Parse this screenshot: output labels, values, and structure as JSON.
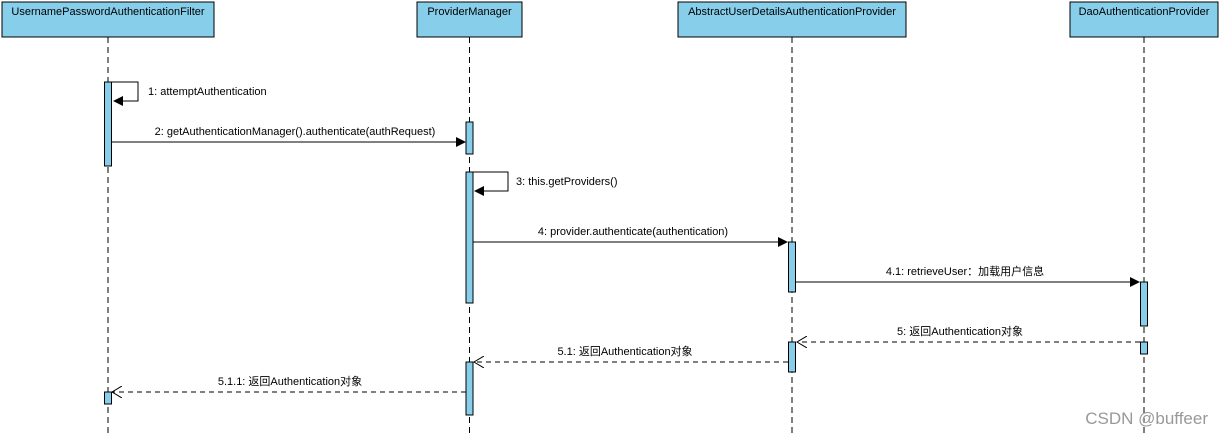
{
  "diagram": {
    "colors": {
      "box": "#87CEEB",
      "border": "#000000",
      "line": "#000000"
    },
    "participants": [
      {
        "name": "UsernamePasswordAuthenticationFilter"
      },
      {
        "name": "ProviderManager"
      },
      {
        "name": "AbstractUserDetailsAuthenticationProvider"
      },
      {
        "name": "DaoAuthenticationProvider"
      }
    ],
    "messages": [
      {
        "label": "1: attemptAuthentication",
        "from": 0,
        "to": 0,
        "kind": "self"
      },
      {
        "label": "2: getAuthenticationManager().authenticate(authRequest)",
        "from": 0,
        "to": 1,
        "kind": "call"
      },
      {
        "label": "3: this.getProviders()",
        "from": 1,
        "to": 1,
        "kind": "self"
      },
      {
        "label": "4: provider.authenticate(authentication)",
        "from": 1,
        "to": 2,
        "kind": "call"
      },
      {
        "label": "4.1: retrieveUser：加载用户信息",
        "from": 2,
        "to": 3,
        "kind": "call"
      },
      {
        "label": "5: 返回Authentication对象",
        "from": 3,
        "to": 2,
        "kind": "return"
      },
      {
        "label": "5.1: 返回Authentication对象",
        "from": 2,
        "to": 1,
        "kind": "return"
      },
      {
        "label": "5.1.1: 返回Authentication对象",
        "from": 1,
        "to": 0,
        "kind": "return"
      }
    ]
  },
  "watermark": "CSDN @buffeer"
}
